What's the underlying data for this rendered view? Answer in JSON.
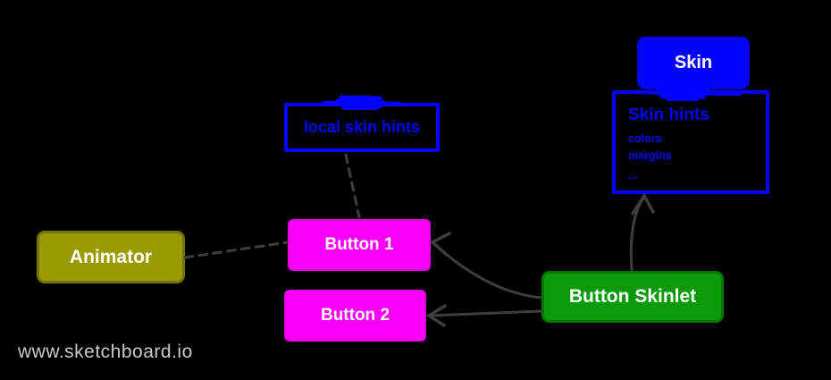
{
  "watermark": {
    "text": "www.sketchboard.io",
    "color": "#c9c9c9"
  },
  "colors": {
    "background": "#000000",
    "blue": "#0404fe",
    "magenta": "#fa00fa",
    "olive": "#9a9a02",
    "green": "#0a9a0a",
    "arrow_gray": "#3e3e3e",
    "label_white": "#ffffff"
  },
  "nodes": {
    "skin": {
      "label": "Skin",
      "fill": "#0404fe",
      "shape": "rounded-rect"
    },
    "skin_hints": {
      "title": "Skin hints",
      "attributes": [
        "colors",
        "margins",
        "..."
      ],
      "border": "#0404fe",
      "shape": "outlined-rect"
    },
    "local_skin_hints": {
      "label": "local skin hints",
      "border": "#0404fe",
      "shape": "outlined-rect"
    },
    "animator": {
      "label": "Animator",
      "fill": "#9a9a02",
      "shape": "rounded-rect"
    },
    "button1": {
      "label": "Button 1",
      "fill": "#fa00fa",
      "shape": "rect"
    },
    "button2": {
      "label": "Button 2",
      "fill": "#fa00fa",
      "shape": "rect"
    },
    "button_skinlet": {
      "label": "Button Skinlet",
      "fill": "#0a9a0a",
      "shape": "rounded-rect"
    }
  },
  "edges": [
    {
      "id": "local-skin-hints-to-button1",
      "from": "local skin hints",
      "to": "Button 1",
      "line": "dashed",
      "arrowhead": false
    },
    {
      "id": "animator-to-button1",
      "from": "Animator",
      "to": "Button 1",
      "line": "dashed",
      "arrowhead": false
    },
    {
      "id": "button-skinlet-to-button1",
      "from": "Button Skinlet",
      "to": "Button 1",
      "line": "solid-curved",
      "arrowhead": true
    },
    {
      "id": "button-skinlet-to-button2",
      "from": "Button Skinlet",
      "to": "Button 2",
      "line": "solid",
      "arrowhead": true
    },
    {
      "id": "button-skinlet-to-skin-hints",
      "from": "Button Skinlet",
      "to": "Skin hints",
      "line": "solid-curved",
      "arrowhead": true
    },
    {
      "id": "skin-attachment-scribble",
      "from": "Skin",
      "to": "Skin hints",
      "line": "scribble",
      "arrowhead": false
    },
    {
      "id": "local-skin-hints-attachment-scribble",
      "from": "local skin hints",
      "to": "local skin hints",
      "line": "scribble",
      "arrowhead": false
    }
  ]
}
